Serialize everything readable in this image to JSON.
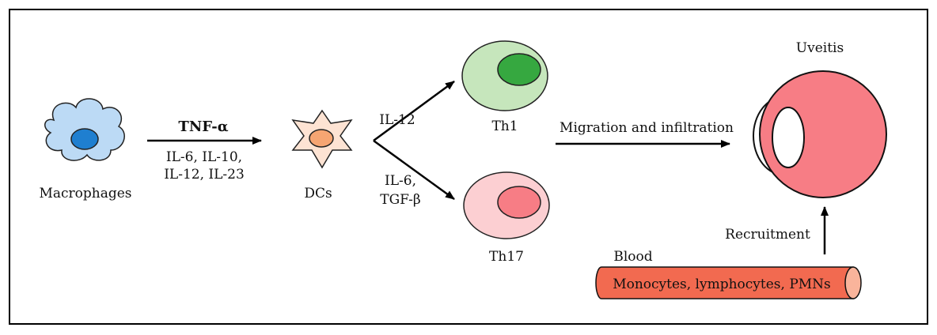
{
  "labels": {
    "macrophages": "Macrophages",
    "tnf": "TNF-α",
    "cytokines_line1": "IL-6, IL-10,",
    "cytokines_line2": "IL-12, IL-23",
    "dcs": "DCs",
    "il12": "IL-12",
    "il6_line1": "IL-6,",
    "il6_line2": "TGF-β",
    "th1": "Th1",
    "th17": "Th17",
    "migration": "Migration and infiltration",
    "uveitis": "Uveitis",
    "recruitment": "Recruitment",
    "blood": "Blood",
    "vessel_cells": "Monocytes, lymphocytes, PMNs"
  },
  "colors": {
    "tnf": "#e8202a",
    "macrophage_fill": "#bcdaf5",
    "macrophage_nucleus": "#1f7fd0",
    "dc_fill": "#fde3d3",
    "dc_nucleus": "#f6a572",
    "th1_fill": "#c6e6bc",
    "th1_nucleus": "#36a840",
    "th17_fill": "#fccfd2",
    "th17_nucleus": "#f77d85",
    "eye": "#f77d85",
    "vessel": "#f26a50",
    "vessel_end": "#f9b49b"
  }
}
